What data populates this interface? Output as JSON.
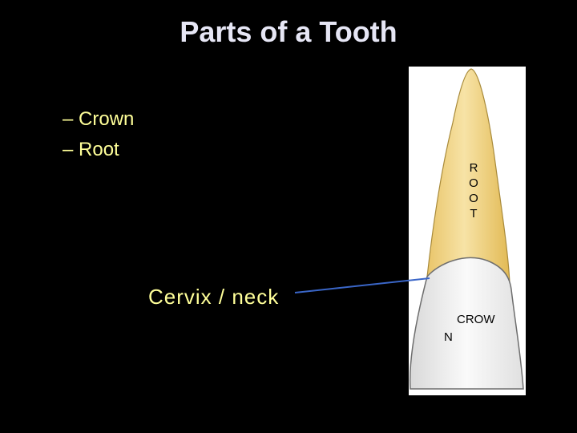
{
  "slide": {
    "title": "Parts of a Tooth",
    "bullets": [
      "– Crown",
      "– Root"
    ],
    "cervix_label": "Cervix / neck"
  },
  "diagram": {
    "root_letters": [
      "R",
      "O",
      "O",
      "T"
    ],
    "crown_label_line1": "CROW",
    "crown_label_line2": "N",
    "colors": {
      "background": "#000000",
      "title": "#E6E6F5",
      "text": "#FFFF99",
      "root_fill": "#F2D98A",
      "crown_fill": "#F4F4F4",
      "pointer_line": "#3A66C8"
    }
  }
}
